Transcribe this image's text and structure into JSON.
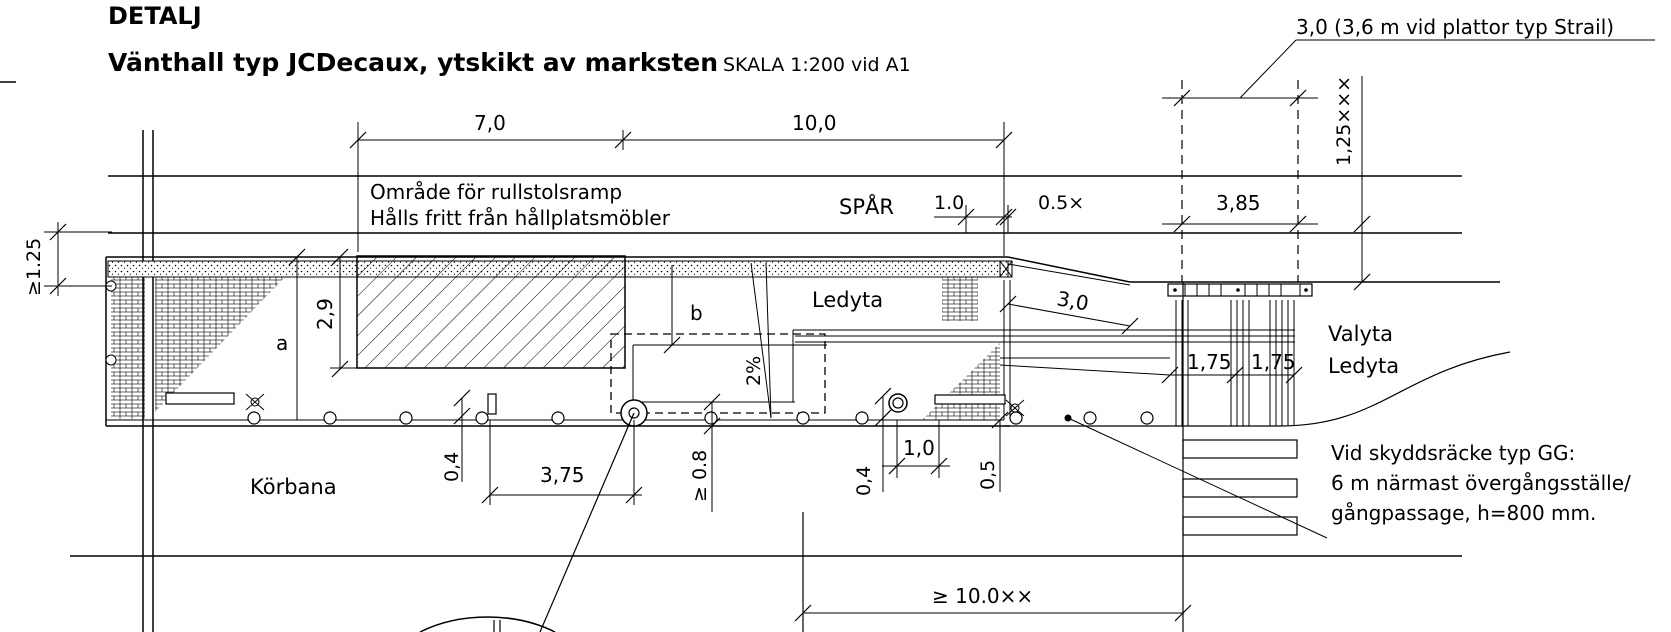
{
  "header": {
    "detail_label": "DETALJ",
    "title": "Vänthall typ JCDecaux, ytskikt av marksten",
    "scale": "SKALA 1:200 vid A1"
  },
  "zones": {
    "ramp_area_line1": "Område för rullstolsramp",
    "ramp_area_line2": "Hålls fritt från hållplatsmöbler",
    "track": "SPÅR",
    "guide_surface_top": "Ledyta",
    "choice_surface": "Valyta",
    "guide_surface_right": "Ledyta",
    "carriageway": "Körbana"
  },
  "dimensions": {
    "top_left": "7,0",
    "top_right": "10,0",
    "d_1_0_top": "1.0",
    "d_0_5x": "0.5×",
    "d_3_85": "3,85",
    "d_3_0": "3,0",
    "d_1_75_a": "1,75",
    "d_1_75_b": "1,75",
    "d_1_25": "≥1.25",
    "d_2_9": "2,9",
    "d_a": "a",
    "d_b": "b",
    "d_slope": "2%",
    "d_0_4_left": "0,4",
    "d_3_75": "3,75",
    "d_0_8": "≥ 0.8",
    "d_0_4_right": "0,4",
    "d_1_0_bottom": "1,0",
    "d_0_5_bottom": "0,5",
    "d_10_0xx": "≥ 10.0××",
    "d_1_25xxx": "1,25×××",
    "plate_note": "3,0 (3,6 m vid plattor typ Strail)"
  },
  "notes": {
    "railing_line1": "Vid skyddsräcke typ GG:",
    "railing_line2": "6 m närmast övergångsställe/",
    "railing_line3": "gångpassage, h=800 mm."
  }
}
